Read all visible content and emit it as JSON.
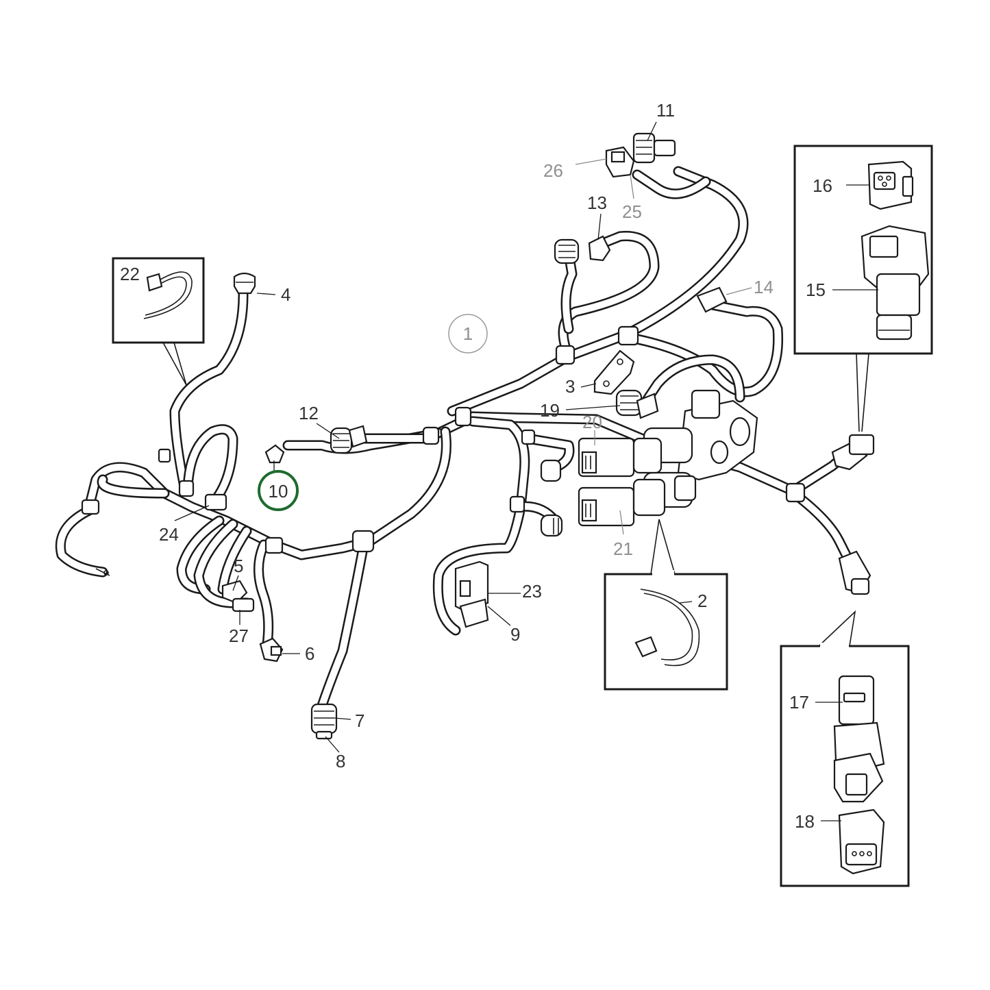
{
  "diagram": {
    "assembly_ref": "1",
    "highlight_color": "#1e6b2e",
    "callouts": {
      "c2": "2",
      "c3": "3",
      "c4": "4",
      "c5": "5",
      "c6": "6",
      "c7": "7",
      "c8": "8",
      "c9": "9",
      "c10": "10",
      "c11": "11",
      "c12": "12",
      "c13": "13",
      "c14": "14",
      "c15": "15",
      "c16": "16",
      "c17": "17",
      "c18": "18",
      "c19": "19",
      "c20": "20",
      "c21": "21",
      "c22": "22",
      "c23": "23",
      "c24": "24",
      "c25": "25",
      "c26": "26",
      "c27": "27"
    },
    "highlighted": "10",
    "icons": [
      "connector-icon",
      "cable-tie-icon",
      "relay-icon",
      "bracket-icon"
    ]
  }
}
